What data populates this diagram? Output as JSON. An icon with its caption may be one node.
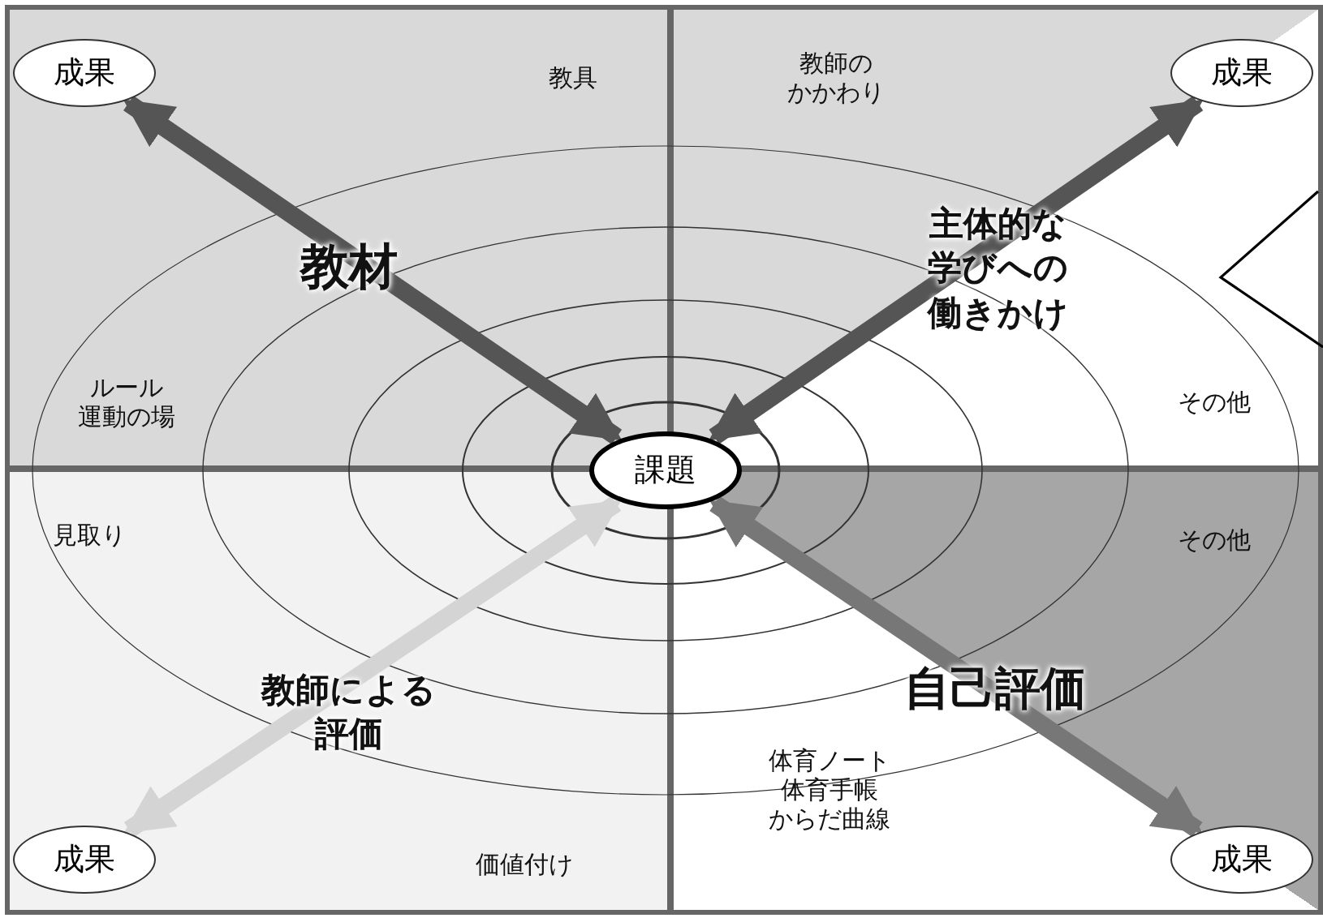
{
  "diagram": {
    "nodes": [
      {
        "text": [
          "教具",
          "ルール運動の場"
        ]
      },
      {
        "text": [
          "成果"
        ],
        "in": 0
      },
      {
        "text": [
          "教師のかかわり",
          "その他"
        ]
      },
      {
        "text": [
          "成果"
        ],
        "in": 2
      },
      {
        "text": [
          "見取り",
          "価値付け"
        ]
      },
      {
        "text": [
          "成果"
        ],
        "in": 4
      },
      {
        "text": [
          "その他",
          "体育ノート体育手帳からだ曲線"
        ]
      },
      {
        "text": [
          "成果"
        ],
        "in": 6
      },
      {
        "text": [
          "課題"
        ]
      }
    ],
    "edges": [
      {
        "from": 1,
        "to": 8,
        "arrow": "both",
        "label": "教材"
      },
      {
        "from": 3,
        "to": 8,
        "arrow": "both",
        "label": "主体的な学びへの働きかけ"
      },
      {
        "from": 5,
        "to": 8,
        "arrow": "both",
        "label": "教師による評価",
        "color": "#d4d4d4"
      },
      {
        "from": 7,
        "to": 8,
        "arrow": "both",
        "label": "自己評価",
        "color": "#777777"
      }
    ]
  }
}
